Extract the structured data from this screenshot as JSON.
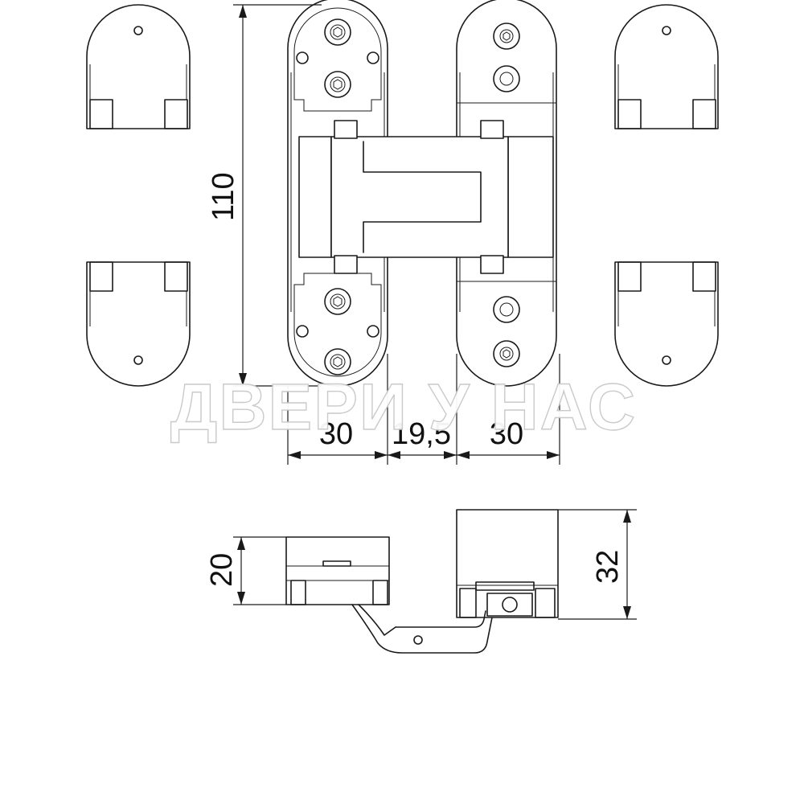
{
  "dimensions": {
    "height": "110",
    "left_width": "30",
    "gap": "19,5",
    "right_width": "30",
    "side_left": "20",
    "side_right": "32"
  },
  "watermark": "ДВЕРИ У НАС",
  "colors": {
    "line": "#1a1a1a",
    "background": "#ffffff",
    "watermark_outline": "#c8c8c8"
  }
}
